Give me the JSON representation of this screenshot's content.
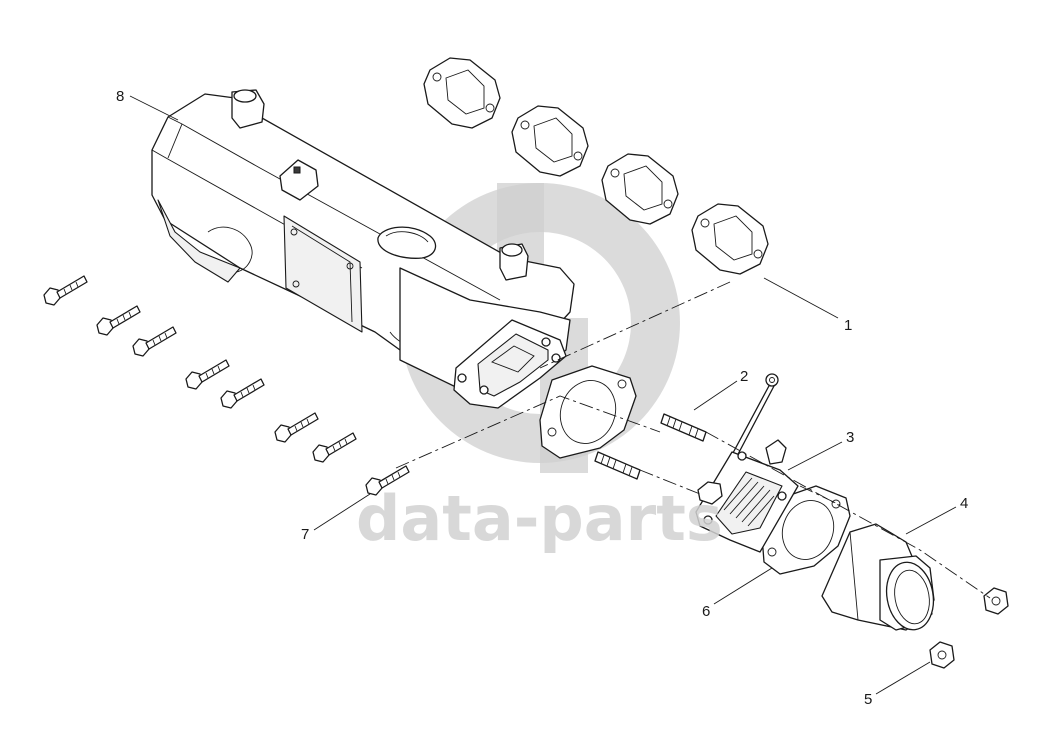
{
  "watermark": {
    "text": "data-parts"
  },
  "callouts": [
    {
      "id": "1",
      "label": "1"
    },
    {
      "id": "2",
      "label": "2"
    },
    {
      "id": "3",
      "label": "3"
    },
    {
      "id": "4",
      "label": "4"
    },
    {
      "id": "5",
      "label": "5"
    },
    {
      "id": "6",
      "label": "6"
    },
    {
      "id": "7",
      "label": "7"
    },
    {
      "id": "8",
      "label": "8"
    }
  ]
}
